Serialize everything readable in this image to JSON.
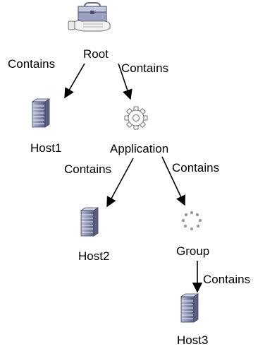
{
  "nodes": {
    "root": {
      "label": "Root",
      "icon": "briefcase-in-hand-icon"
    },
    "host1": {
      "label": "Host1",
      "icon": "server-icon"
    },
    "application": {
      "label": "Application",
      "icon": "gear-icon"
    },
    "host2": {
      "label": "Host2",
      "icon": "server-icon"
    },
    "group": {
      "label": "Group",
      "icon": "dotted-circle-icon"
    },
    "host3": {
      "label": "Host3",
      "icon": "server-icon"
    }
  },
  "edges": [
    {
      "from": "Root",
      "to": "Host1",
      "label": "Contains"
    },
    {
      "from": "Root",
      "to": "Application",
      "label": "Contains"
    },
    {
      "from": "Application",
      "to": "Host2",
      "label": "Contains"
    },
    {
      "from": "Application",
      "to": "Group",
      "label": "Contains"
    },
    {
      "from": "Group",
      "to": "Host3",
      "label": "Contains"
    }
  ],
  "colors": {
    "edge": "#000000",
    "server_front": "#8a8fb0",
    "server_light": "#c7cae0",
    "server_dark": "#5c6080",
    "gear_stroke": "#8a8a8a",
    "group_dots": "#9a9aa0"
  }
}
